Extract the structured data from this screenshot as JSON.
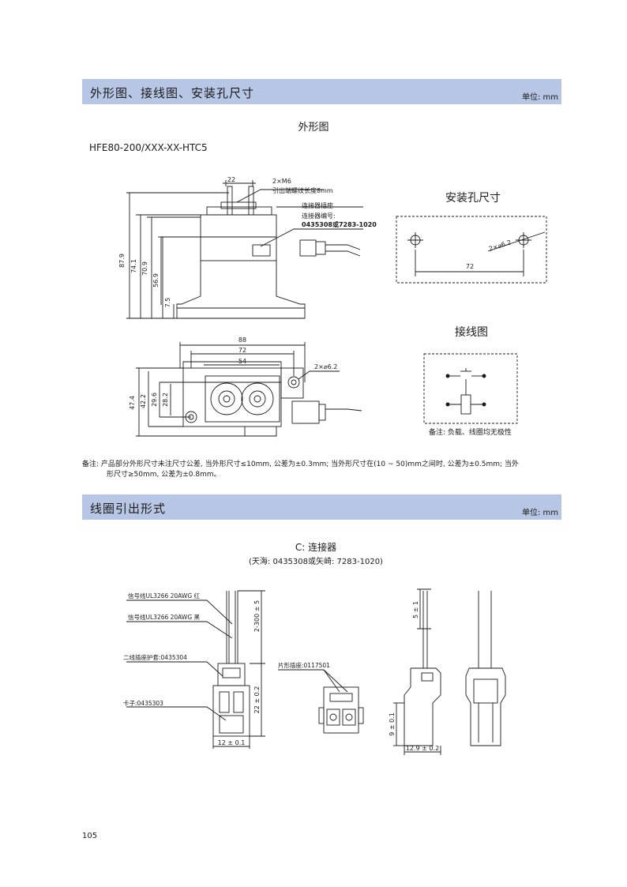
{
  "section1": {
    "title": "外形图、接线图、安装孔尺寸",
    "unit": "单位: mm",
    "outline_title": "外形图",
    "model": "HFE80-200/XXX-XX-HTC5",
    "side_view": {
      "dim_top": "22",
      "screw_label_1": "2×M6",
      "screw_label_2": "引出端螺纹长度8mm",
      "connector_label_1": "连接器插座",
      "connector_label_2": "连接器编号:",
      "connector_label_3": "0435308或7283-1020",
      "height_1": "87.9",
      "height_2": "74.1",
      "height_3": "70.9",
      "height_4": "56.9",
      "height_5": "7.5"
    },
    "top_view": {
      "width_1": "88",
      "width_2": "72",
      "width_3": "54",
      "hole_label": "2×⌀6.2",
      "height_1": "47.4",
      "height_2": "42.2",
      "height_3": "29.6",
      "height_4": "28.2"
    },
    "mounting": {
      "title": "安装孔尺寸",
      "hole_label": "2×⌀6.2",
      "dim": "72"
    },
    "wiring": {
      "title": "接线图",
      "note": "备注: 负载、线圈均无极性"
    },
    "note_line_1": "备注:  产品部分外形尺寸未注尺寸公差, 当外形尺寸≤10mm, 公差为±0.3mm; 当外形尺寸在(10 ~ 50)mm之间时, 公差为±0.5mm; 当外",
    "note_line_2": "形尺寸≥50mm, 公差为±0.8mm。"
  },
  "section2": {
    "title": "线圈引出形式",
    "unit": "单位: mm",
    "connector_title": "C: 连接器",
    "connector_subtitle": "(天海: 0435308或矢崎: 7283-1020)",
    "label_red": "信号线UL3266 20AWG  红",
    "label_black": "信号线UL3266 20AWG  黑",
    "label_housing": "二线插座护套:0435304",
    "label_clip": "卡子:0435303",
    "label_terminal": "片形插座:0117501",
    "dim_len": "2-300 ± 5",
    "dim_height": "22 ± 0.2",
    "dim_width": "12 ± 0.1",
    "dim_5": "5 ± 1",
    "dim_9": "9 ± 0.1",
    "dim_129": "12.9 ± 0.2"
  },
  "page_number": "105"
}
